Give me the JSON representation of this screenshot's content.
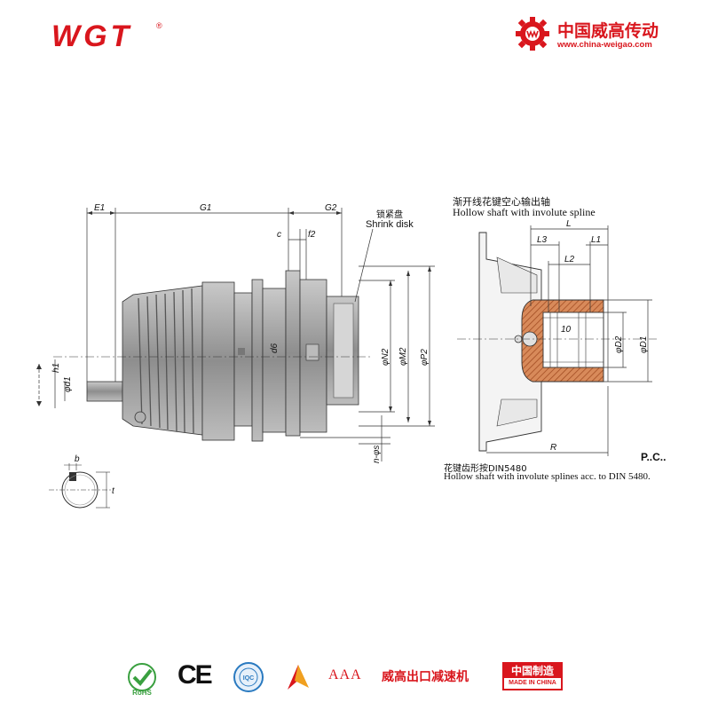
{
  "header": {
    "brand": "WGT",
    "brand_mark": "®",
    "company_name": "中国威高传动",
    "company_url": "www.china-weigao.com"
  },
  "drawing": {
    "left_dims": [
      "E1",
      "G1",
      "G2",
      "c",
      "f2",
      "d6",
      "h1",
      "φd1",
      "b",
      "t"
    ],
    "right_dims": [
      "φN2",
      "φM2",
      "φP2",
      "n-φs"
    ],
    "shrink_disk_zh": "锁紧盘",
    "shrink_disk_en": "Shrink disk",
    "detail_dims": [
      "L",
      "L3",
      "L1",
      "L2",
      "10",
      "φD2",
      "φD1",
      "R"
    ],
    "hollow_shaft_zh": "渐开线花键空心输出轴",
    "hollow_shaft_en": "Hollow shaft with involute spline",
    "pc_label": "P..C..",
    "spline_zh": "花键齿形按DIN5480",
    "spline_en": "Hollow shaft with involute splines acc. to DIN 5480."
  },
  "footer": {
    "rohs": "RoHS",
    "ce": "CE",
    "iqc": "IQC",
    "aaa": "AAA",
    "export_text": "威高出口减速机",
    "made_zh": "中国制造",
    "made_en": "MADE IN CHINA"
  },
  "colors": {
    "brand_red": "#d9161d",
    "body_gray": "#9a9a9a",
    "line": "#222222"
  }
}
